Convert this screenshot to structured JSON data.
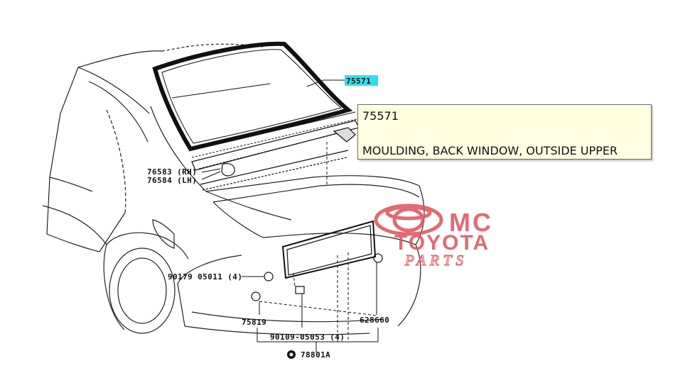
{
  "diagram": {
    "labels": {
      "back_window_moulding": "75571",
      "clip_rh": "76583 (RH)",
      "clip_lh": "76584 (LH)",
      "screw_left": "90179 05011 (4)",
      "clip_bottom_left": "75819",
      "screw_bottom": "90109-05053 (4)",
      "garnish": "628660",
      "garnish_assy": "78801A"
    }
  },
  "tooltip": {
    "code": "75571",
    "description": "MOULDING, BACK WINDOW, OUTSIDE UPPER"
  },
  "watermark": {
    "line1": "MC",
    "line2": "TOYOTA",
    "line3": "PARTS",
    "color": "#e0505a"
  },
  "colors": {
    "highlight": "#33ddee",
    "tooltip_bg": "#ffffe1"
  }
}
